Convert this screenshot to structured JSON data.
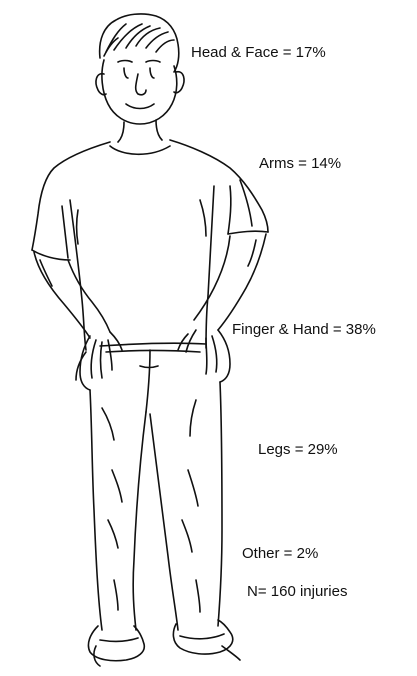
{
  "labels": {
    "head_face": "Head & Face = 17%",
    "arms": "Arms = 14%",
    "finger_hand": "Finger & Hand = 38%",
    "legs": "Legs = 29%",
    "other": "Other = 2%",
    "sample_size": "N= 160 injuries"
  },
  "colors": {
    "ink": "#111111",
    "background": "#ffffff"
  }
}
